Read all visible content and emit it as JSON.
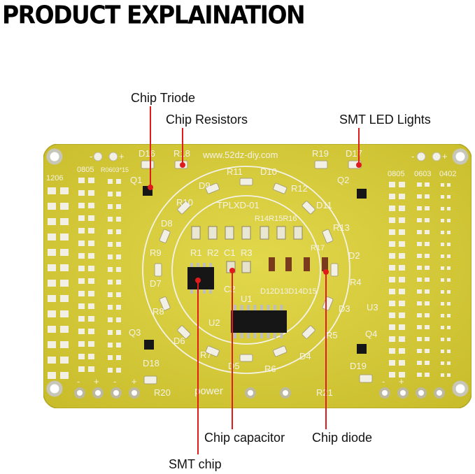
{
  "header": {
    "title": "PRODUCT EXPLAINATION"
  },
  "callouts": {
    "chip_triode": "Chip Triode",
    "chip_resistors": "Chip Resistors",
    "smt_led_lights": "SMT LED Lights",
    "chip_capacitor": "Chip capacitor",
    "chip_diode": "Chip diode",
    "smt_chip": "SMT chip"
  },
  "board": {
    "url": "www.52dz-diy.com",
    "model": "TPLXD-01",
    "power_label": "power",
    "size_1206": "1206",
    "size_0805_left": "0805",
    "size_r0603": "R0603*15",
    "size_0805_right": "0805",
    "size_0603": "0603",
    "size_0402": "0402",
    "refs": {
      "d16": "D16",
      "r18": "R18",
      "r19": "R19",
      "d17": "D17",
      "q1": "Q1",
      "q2": "Q2",
      "q3": "Q3",
      "q4": "Q4",
      "r11": "R11",
      "d10": "D10",
      "d9": "D9",
      "r12": "R12",
      "r10": "R10",
      "d11": "D11",
      "d8": "D8",
      "r13": "R13",
      "r9": "R9",
      "d2": "D2",
      "d7": "D7",
      "r4": "R4",
      "r8": "R8",
      "d3": "D3",
      "u3": "U3",
      "r5": "R5",
      "d6": "D6",
      "d4": "D4",
      "r7": "R7",
      "d5": "D5",
      "r6": "R6",
      "d18": "D18",
      "d19": "D19",
      "r20": "R20",
      "r21": "R21",
      "r1": "R1",
      "r2": "R2",
      "r3": "R3",
      "c1": "C1",
      "c2": "C2",
      "u2": "U2",
      "u1": "U1",
      "r14r15r16": "R14R15R16",
      "r17": "R17",
      "d12d13d14d15": "D12D13D14D15"
    },
    "polarity": {
      "minus": "-",
      "plus": "+"
    }
  },
  "colors": {
    "pcb": "#d9cf3a",
    "silkscreen": "#f4f2e8",
    "pad": "#f2f0e4",
    "chip": "#161616",
    "callout": "#e01b1b"
  }
}
